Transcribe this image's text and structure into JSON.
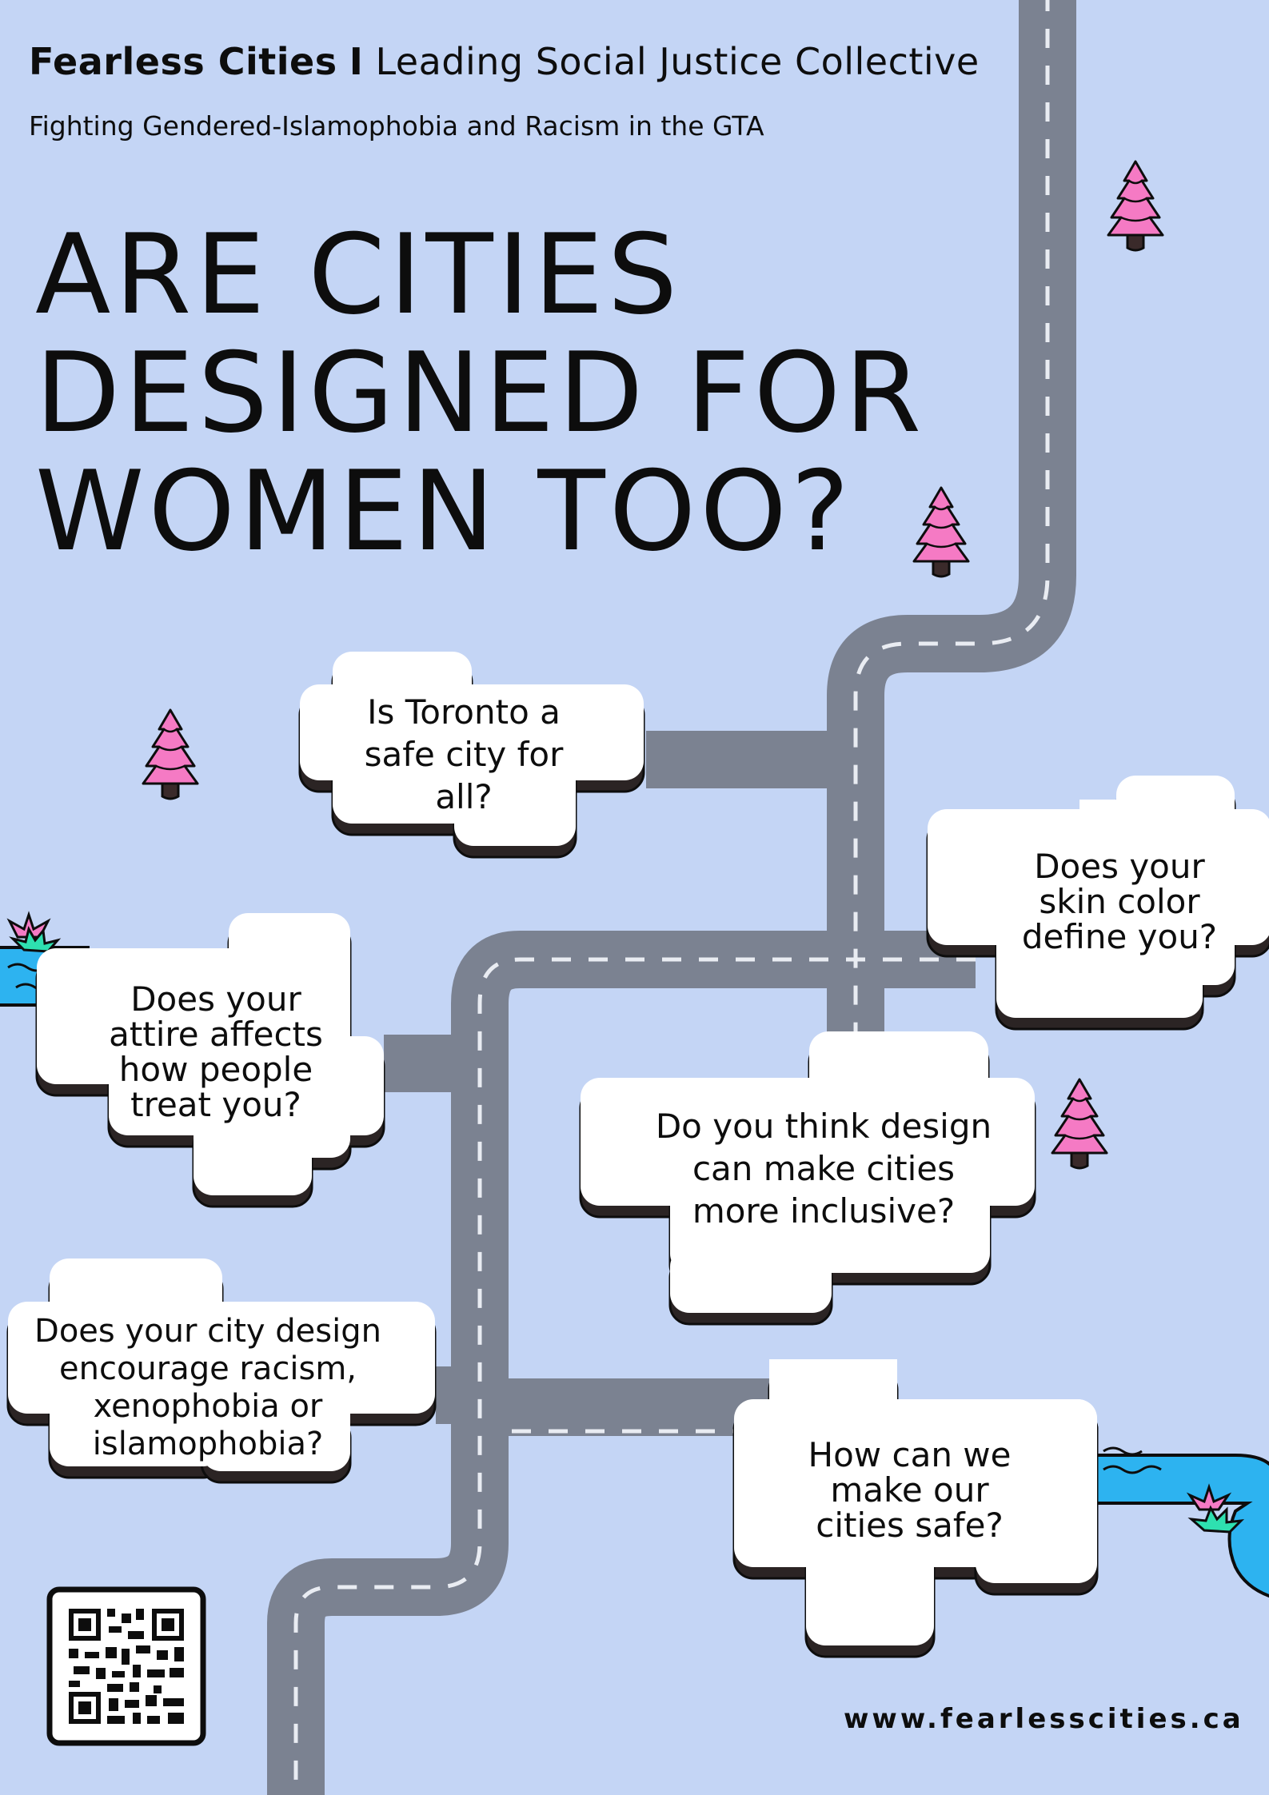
{
  "header": {
    "org_name": "Fearless Cities",
    "separator": "I",
    "org_tagline": "Leading Social Justice Collective",
    "subtitle": "Fighting Gendered-Islamophobia and Racism in the GTA"
  },
  "headline": {
    "lines": [
      "ARE CITIES",
      "DESIGNED FOR",
      "WOMEN TOO?"
    ]
  },
  "questions": [
    {
      "lines": [
        "Is Toronto a",
        "safe city for",
        "all?"
      ]
    },
    {
      "lines": [
        "Does your",
        "skin color",
        "define you?"
      ]
    },
    {
      "lines": [
        "Does your",
        "attire affects",
        "how people",
        "treat you?"
      ]
    },
    {
      "lines": [
        "Do you think  design",
        "can make cities",
        "more inclusive?"
      ]
    },
    {
      "lines": [
        "Does your city design",
        "encourage racism,",
        "xenophobia or",
        "islamophobia?"
      ]
    },
    {
      "lines": [
        "How can we",
        "make our",
        "cities safe?"
      ]
    }
  ],
  "footer": {
    "website": "www.fearlesscities.ca",
    "qr_icon": "qr-code-icon"
  },
  "colors": {
    "background": "#c4d5f5",
    "road": "#7b8291",
    "road_dash": "#e9ecf2",
    "tree": "#f57ac4",
    "tree_trunk": "#3a2a2a",
    "water": "#2db3f0",
    "lily": "#2ee0b0",
    "card": "#ffffff",
    "card_shadow": "#2b2424"
  }
}
